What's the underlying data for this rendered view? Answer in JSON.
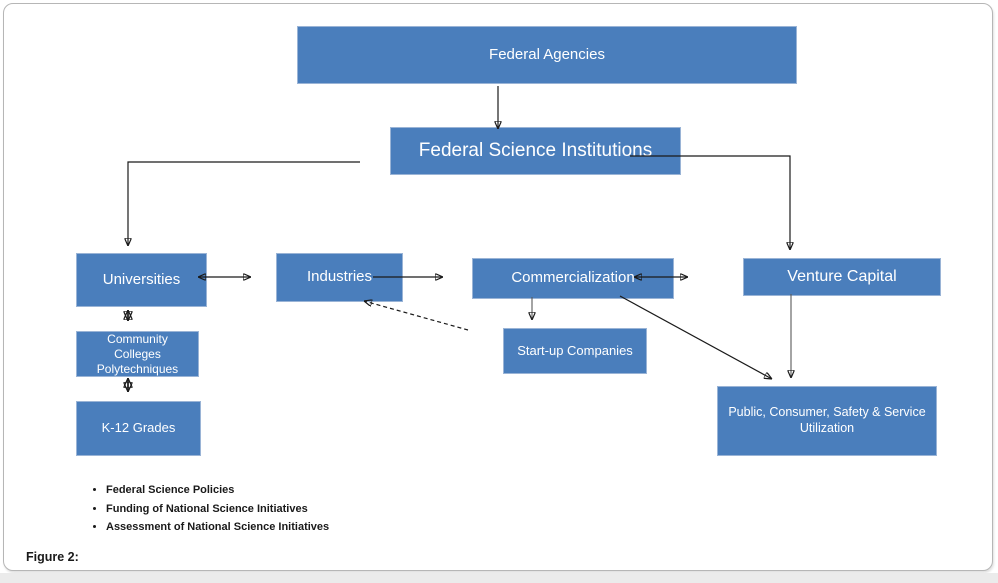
{
  "figure_caption": "Figure 2:",
  "nodes": {
    "federal_agencies": {
      "label": "Federal Agencies"
    },
    "federal_science_institutions": {
      "label": "Federal Science Institutions"
    },
    "universities": {
      "label": "Universities"
    },
    "industries": {
      "label": "Industries"
    },
    "commercialization": {
      "label": "Commercialization"
    },
    "venture_capital": {
      "label": "Venture Capital"
    },
    "startup_companies": {
      "label": "Start-up Companies"
    },
    "community_colleges": {
      "label": "Community Colleges Polytechniques"
    },
    "k12_grades": {
      "label": "K-12 Grades"
    },
    "public_utilization": {
      "label": "Public, Consumer, Safety & Service Utilization"
    }
  },
  "bullets": {
    "items": [
      "Federal Science Policies",
      "Funding of National Science Initiatives",
      "Assessment of National Science Initiatives"
    ]
  },
  "connections": [
    {
      "from": "Federal Agencies",
      "to": "Federal Science Institutions",
      "type": "arrow"
    },
    {
      "from": "Federal Science Institutions",
      "to": "Universities",
      "type": "arrow"
    },
    {
      "from": "Federal Science Institutions",
      "to": "Venture Capital",
      "type": "arrow"
    },
    {
      "from": "Universities",
      "to": "Industries",
      "type": "double-arrow"
    },
    {
      "from": "Industries",
      "to": "Commercialization",
      "type": "arrow"
    },
    {
      "from": "Commercialization",
      "to": "Venture Capital",
      "type": "double-arrow"
    },
    {
      "from": "Commercialization",
      "to": "Start-up Companies",
      "type": "arrow"
    },
    {
      "from": "Commercialization",
      "to": "Public, Consumer, Safety & Service Utilization",
      "type": "arrow"
    },
    {
      "from": "Venture Capital",
      "to": "Public, Consumer, Safety & Service Utilization",
      "type": "arrow"
    },
    {
      "from": "Universities",
      "to": "Community Colleges Polytechniques",
      "type": "double-arrow"
    },
    {
      "from": "Community Colleges Polytechniques",
      "to": "K-12 Grades",
      "type": "double-arrow"
    },
    {
      "from": "Commercialization",
      "to": "Industries",
      "type": "dashed-arrow"
    }
  ],
  "colors": {
    "node_fill": "#4a7ebc",
    "node_border": "#9ab4d6",
    "node_text": "#ffffff",
    "arrow": "#1a1a1a",
    "arrow_muted": "#595959",
    "card_border": "#b6b6b6",
    "strip": "#ebebeb"
  }
}
